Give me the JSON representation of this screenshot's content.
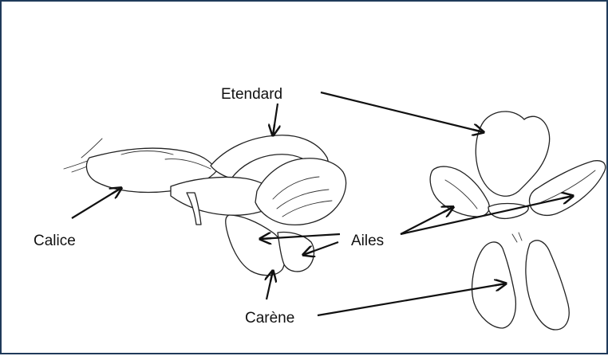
{
  "labels": {
    "etendard": "Etendard",
    "calice": "Calice",
    "ailes": "Ailes",
    "carene": "Carène"
  }
}
